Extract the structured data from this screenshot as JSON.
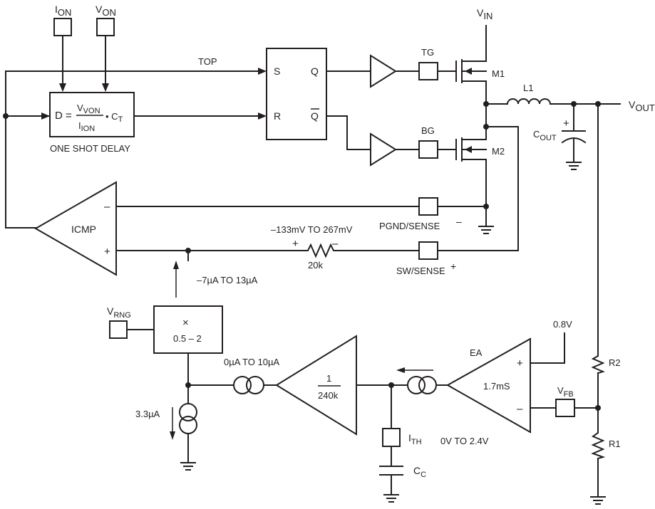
{
  "labels": {
    "i_on": "I",
    "i_on_sub": "ON",
    "v_on": "V",
    "v_on_sub": "ON",
    "v_in": "V",
    "v_in_sub": "IN",
    "top": "TOP",
    "tg": "TG",
    "bg": "BG",
    "m1": "M1",
    "m2": "M2",
    "l1": "L1",
    "v_out": "V",
    "v_out_sub": "OUT",
    "c_out": "C",
    "c_out_sub": "OUT",
    "one_shot_delay": "ONE SHOT DELAY",
    "icmp": "ICMP",
    "pgnd_sense": "PGND/SENSE",
    "sw_sense": "SW/SENSE",
    "sense_range": "–133mV TO 267mV",
    "r20k": "20k",
    "ibias_range": "–7µA TO 13µA",
    "v_rng": "V",
    "v_rng_sub": "RNG",
    "mult_symbol": "×",
    "mult_range": "0.5 – 2",
    "i_range": "0µA TO 10µA",
    "gain_num": "1",
    "gain_den": "240k",
    "ea": "EA",
    "gm": "1.7mS",
    "vref": "0.8V",
    "v_fb": "V",
    "v_fb_sub": "FB",
    "r1": "R1",
    "r2": "R2",
    "i_src": "3.3µA",
    "i_th": "I",
    "i_th_sub": "TH",
    "ith_range": "0V TO 2.4V",
    "c_c": "C",
    "c_c_sub": "C",
    "ff_s": "S",
    "ff_r": "R",
    "ff_q": "Q",
    "ff_qbar": "Q",
    "plus": "+",
    "minus": "–"
  },
  "equation": {
    "lhs": "D =",
    "num": "V",
    "num_sub": "VON",
    "den": "I",
    "den_sub": "ION",
    "mult": "• C",
    "mult_sub": "T"
  }
}
